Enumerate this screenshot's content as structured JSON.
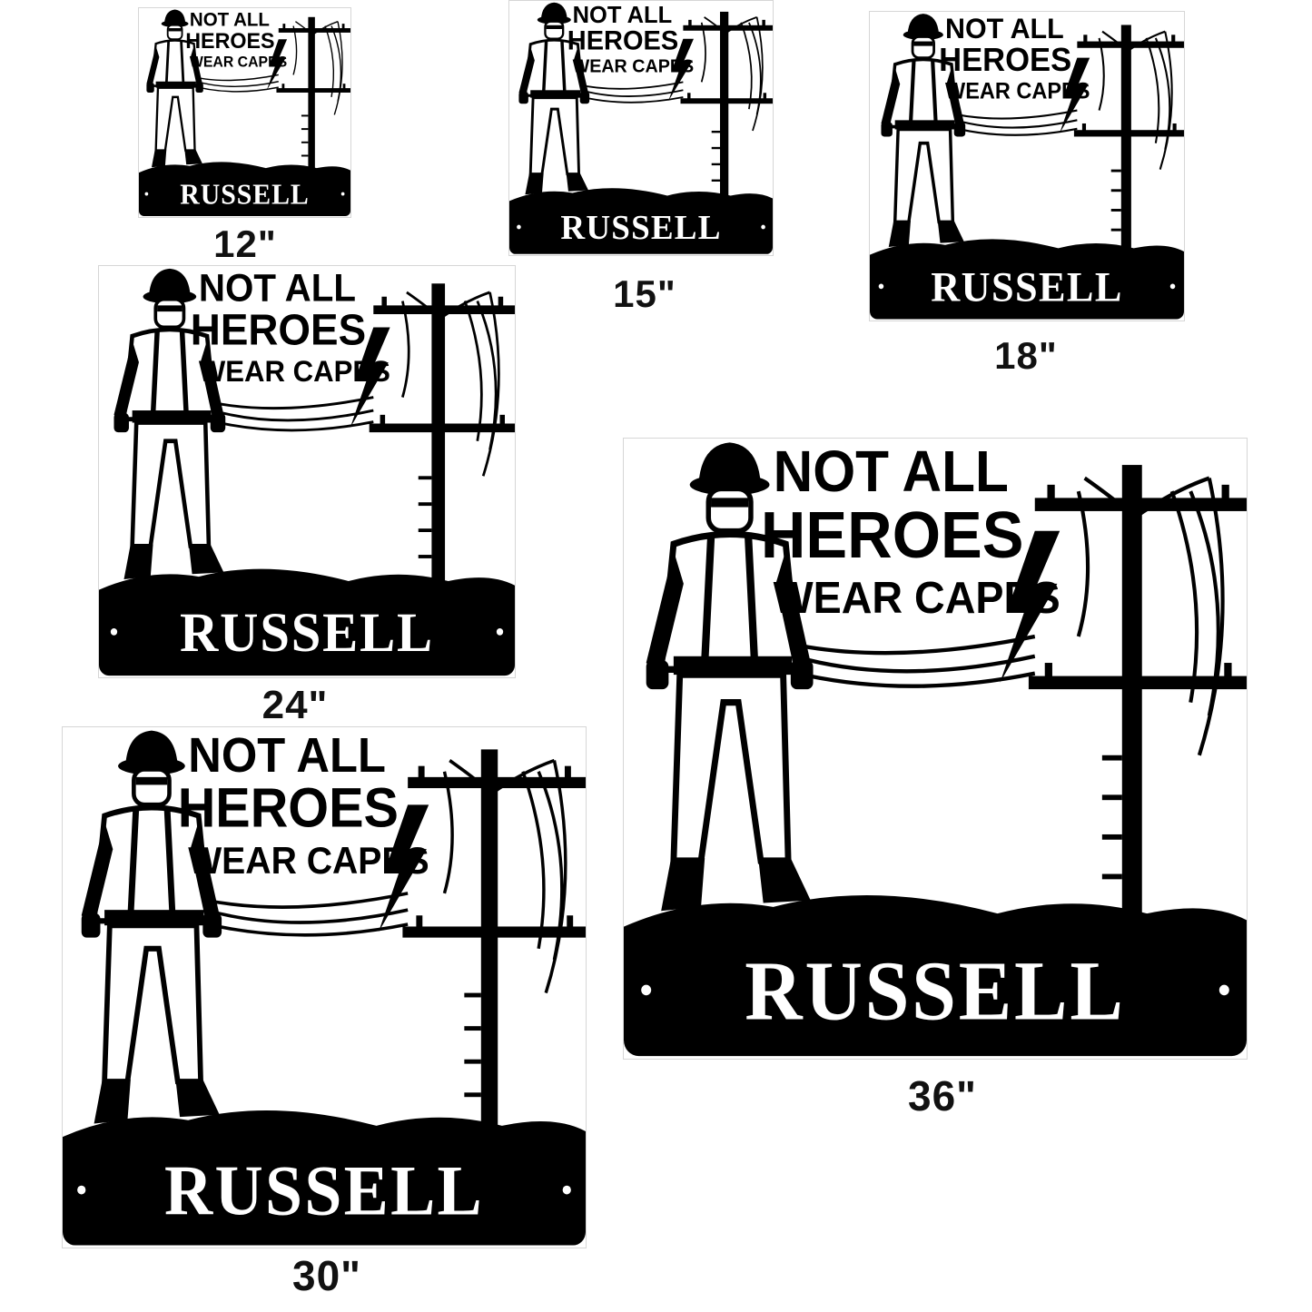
{
  "sign": {
    "slogan_line1": "NOT ALL",
    "slogan_line2": "HEROES",
    "slogan_line3": "WEAR CAPES",
    "name": "RUSSELL",
    "color": "#000000"
  },
  "variants": [
    {
      "size_label": "12\""
    },
    {
      "size_label": "15\""
    },
    {
      "size_label": "18\""
    },
    {
      "size_label": "24\""
    },
    {
      "size_label": "30\""
    },
    {
      "size_label": "36\""
    }
  ]
}
